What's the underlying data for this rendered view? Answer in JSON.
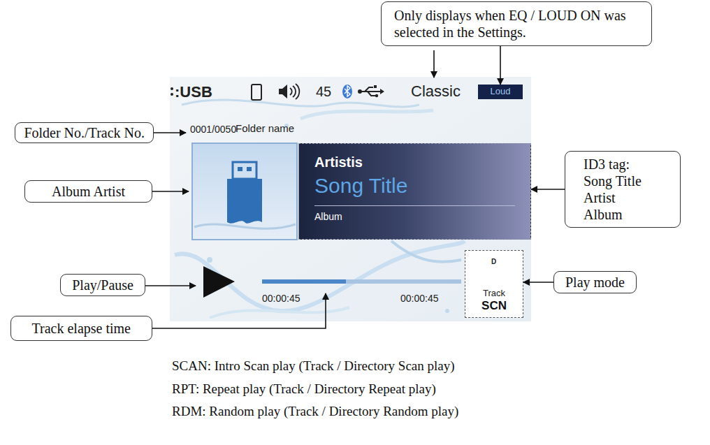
{
  "diagram": {
    "nodes": [
      {
        "text": [
          "Only displays when EQ / LOUD ON was selected in the Settings."
        ]
      },
      {
        "text": [
          "Loud"
        ]
      },
      {
        "text": [
          "Folder No./Track No."
        ]
      },
      {
        "text": [
          "Album Artist"
        ]
      },
      {
        "text": [
          "Artistis",
          "Song Title",
          "Album"
        ]
      },
      {
        "text": [
          "ID3 tag: Song Title Artist Album"
        ]
      },
      {
        "text": [
          "Play/Pause"
        ]
      },
      {
        "text": [
          "Play mode"
        ]
      },
      {
        "text": [
          "Track",
          "SCN"
        ]
      },
      {
        "text": [
          "Track elapse time"
        ]
      }
    ],
    "edges": [
      {
        "from": 0,
        "to": 1,
        "arrow": "to"
      },
      {
        "from": 5,
        "to": 4,
        "arrow": "to"
      },
      {
        "from": 7,
        "to": 8,
        "arrow": "to"
      }
    ],
    "labels": [
      ":USB",
      "45",
      "Classic",
      "0001/0050",
      "Folder name",
      "00:00:45",
      "00:00:45",
      "D",
      "SCAN: Intro Scan play (Track / Directory Scan play)",
      "RPT: Repeat play (Track / Directory Repeat play)",
      "RDM: Random play (Track / Directory Random play)"
    ]
  }
}
